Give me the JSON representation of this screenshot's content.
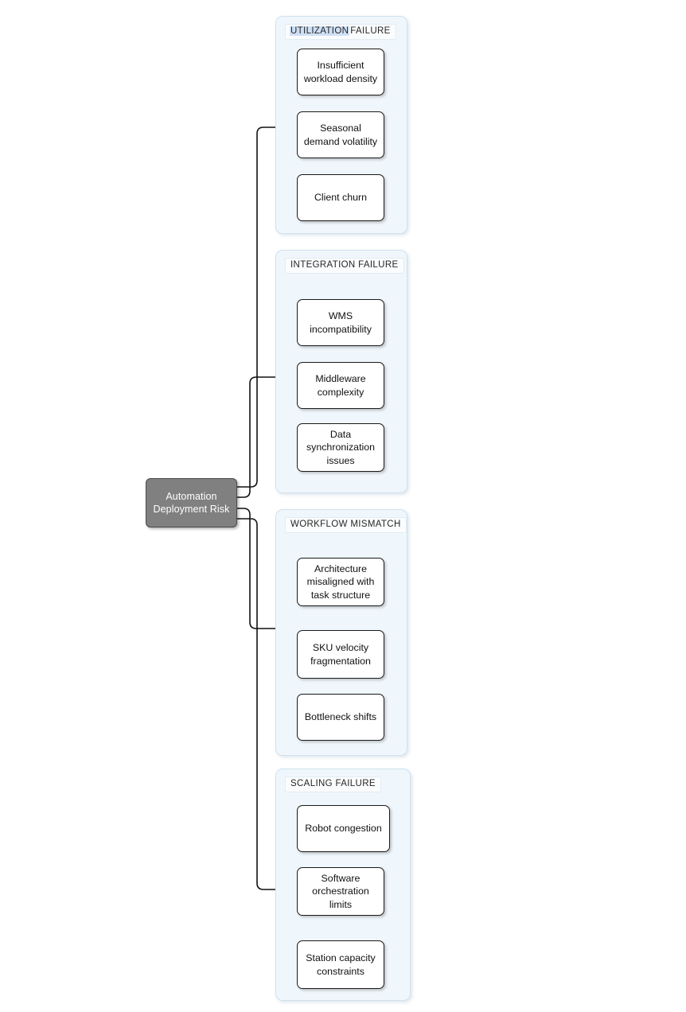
{
  "diagram": {
    "type": "mind-map-tree",
    "root": {
      "label": "Automation Deployment Risk",
      "fill_color": "#808080",
      "text_color": "#ffffff"
    },
    "group_fill_color": "#f0f7fc",
    "group_border_color": "#cfe2ef",
    "leaf_fill_color": "#ffffff",
    "leaf_border_color": "#1a1a1a",
    "connector_color": "#000000",
    "highlight_color": "#cfe0f5",
    "groups": [
      {
        "id": "utilization-failure",
        "header_highlighted": "UTILIZATION",
        "header_plain": "FAILURE",
        "header_full": "UTILIZATION FAILURE",
        "items": [
          {
            "label": "Insufficient workload density"
          },
          {
            "label": "Seasonal demand volatility"
          },
          {
            "label": "Client churn"
          }
        ]
      },
      {
        "id": "integration-failure",
        "header_highlighted": "",
        "header_plain": "INTEGRATION FAILURE",
        "header_full": "INTEGRATION FAILURE",
        "items": [
          {
            "label": "WMS incompatibility"
          },
          {
            "label": "Middleware complexity"
          },
          {
            "label": "Data synchronization issues"
          }
        ]
      },
      {
        "id": "workflow-mismatch",
        "header_highlighted": "",
        "header_plain": "WORKFLOW MISMATCH",
        "header_full": "WORKFLOW MISMATCH",
        "items": [
          {
            "label": "Architecture misaligned with task structure"
          },
          {
            "label": "SKU velocity fragmentation"
          },
          {
            "label": "Bottleneck shifts"
          }
        ]
      },
      {
        "id": "scaling-failure",
        "header_highlighted": "",
        "header_plain": "SCALING FAILURE",
        "header_full": "SCALING FAILURE",
        "items": [
          {
            "label": "Robot congestion"
          },
          {
            "label": "Software orchestration limits"
          },
          {
            "label": "Station capacity constraints"
          }
        ]
      }
    ]
  }
}
